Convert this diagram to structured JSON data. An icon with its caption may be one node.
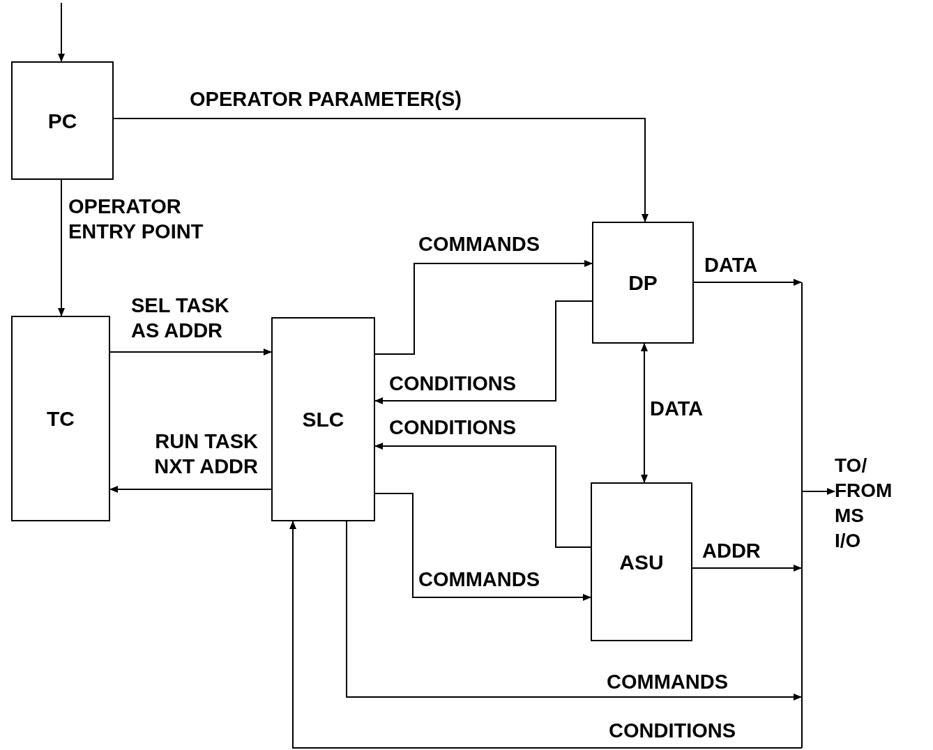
{
  "diagram": {
    "nodes": [
      {
        "text": [
          "PC"
        ]
      },
      {
        "text": [
          "TC"
        ]
      },
      {
        "text": [
          "SLC"
        ]
      },
      {
        "text": [
          "DP"
        ]
      },
      {
        "text": [
          "ASU"
        ]
      },
      {
        "text": [],
        "shape": "bar"
      },
      {
        "text": [
          "TO/ FROM MS I/O"
        ]
      }
    ],
    "edges": [
      {
        "from": null,
        "to": 0,
        "arrow": "to"
      },
      {
        "from": 0,
        "to": 3,
        "arrow": "to",
        "label": "OPERATOR PARAMETER(S)"
      },
      {
        "from": 0,
        "to": 1,
        "arrow": "to",
        "label": "OPERATOR ENTRY POINT"
      },
      {
        "from": 1,
        "to": 2,
        "arrow": "to",
        "label": "SEL TASK AS ADDR"
      },
      {
        "from": 2,
        "to": 1,
        "arrow": "to",
        "label": "RUN TASK NXT ADDR"
      },
      {
        "from": 2,
        "to": 3,
        "arrow": "to",
        "label": "COMMANDS"
      },
      {
        "from": 3,
        "to": 2,
        "arrow": "to",
        "label": "CONDITIONS"
      },
      {
        "from": 4,
        "to": 2,
        "arrow": "to",
        "label": "CONDITIONS"
      },
      {
        "from": 2,
        "to": 4,
        "arrow": "to",
        "label": "COMMANDS"
      },
      {
        "from": 3,
        "to": 4,
        "arrow": "both",
        "label": "DATA"
      },
      {
        "from": 3,
        "to": 5,
        "arrow": "to",
        "label": "DATA"
      },
      {
        "from": 4,
        "to": 5,
        "arrow": "to",
        "label": "ADDR"
      },
      {
        "from": 2,
        "to": 5,
        "arrow": "to",
        "label": "COMMANDS"
      },
      {
        "from": 5,
        "to": 2,
        "arrow": "to",
        "label": "CONDITIONS"
      },
      {
        "from": 5,
        "to": 6,
        "arrow": "to"
      }
    ]
  }
}
